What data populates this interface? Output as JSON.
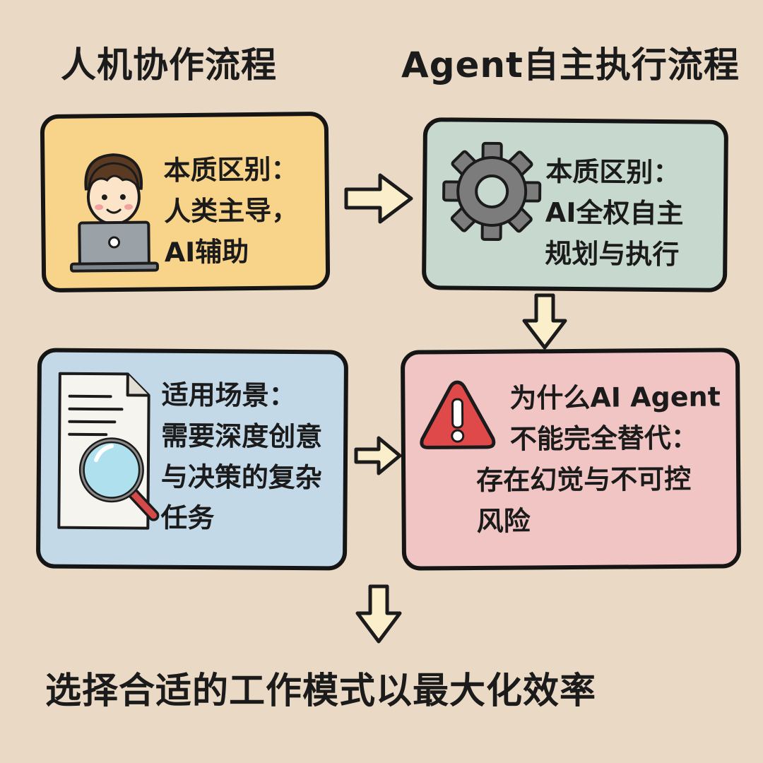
{
  "titles": {
    "left": "人机协作流程",
    "right": "Agent自主执行流程"
  },
  "cards": {
    "human": {
      "heading": "本质区别：",
      "line1": "人类主导，",
      "line2": "AI辅助",
      "icon": "person-laptop-icon"
    },
    "agent": {
      "heading": "本质区别：",
      "line1": "AI全权自主",
      "line2": "规划与执行",
      "icon": "gear-icon"
    },
    "scene": {
      "heading": "适用场景：",
      "line1": "需要深度创意",
      "line2": "与决策的复杂",
      "line3": "任务",
      "icon": "document-magnifier-icon"
    },
    "risk": {
      "heading": "为什么AI Agent",
      "line1": "不能完全替代：",
      "line2": "存在幻觉与不可控",
      "line3": "风险",
      "icon": "warning-icon"
    }
  },
  "conclusion": "选择合适的工作模式以最大化效率",
  "colors": {
    "background": "#ead9c4",
    "human_card": "#f8d38a",
    "agent_card": "#c7d9cf",
    "scene_card": "#c4d9e8",
    "risk_card": "#f0c5c3",
    "arrow_fill": "#fbefcb",
    "warning_red": "#e0494a",
    "gear_gray": "#7c7c7c"
  }
}
